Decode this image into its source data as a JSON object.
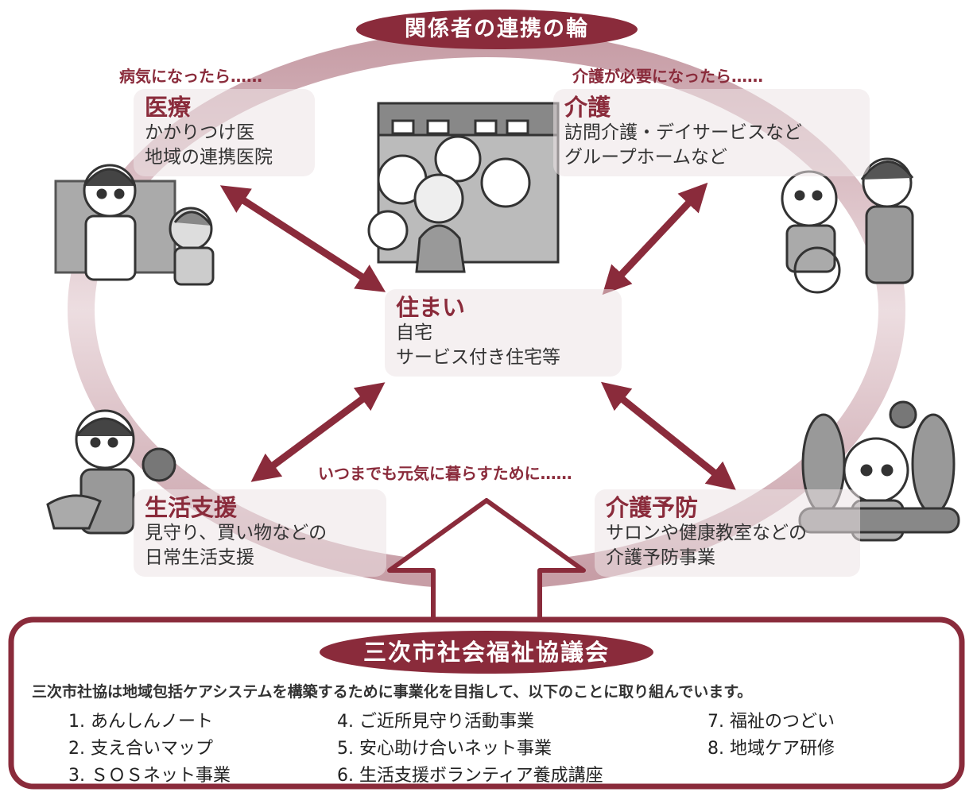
{
  "header": {
    "title": "関係者の連携の輪"
  },
  "captions": {
    "sick": "病気になったら……",
    "care_needed": "介護が必要になったら……",
    "healthy": "いつまでも元気に暮らすために……"
  },
  "nodes": {
    "medical": {
      "title": "医療",
      "lines": [
        "かかりつけ医",
        "地域の連携医院"
      ]
    },
    "care": {
      "title": "介護",
      "lines": [
        "訪問介護・デイサービスなど",
        "グループホームなど"
      ]
    },
    "housing": {
      "title": "住まい",
      "lines": [
        "自宅",
        "サービス付き住宅等"
      ]
    },
    "life_support": {
      "title": "生活支援",
      "lines": [
        "見守り、買い物などの",
        "日常生活支援"
      ]
    },
    "prevention": {
      "title": "介護予防",
      "lines": [
        "サロンや健康教室などの",
        "介護予防事業"
      ]
    }
  },
  "council": {
    "title": "三次市社会福祉協議会",
    "description": "三次市社協は地域包括ケアシステムを構築するために事業化を目指して、以下のことに取り組んでいます。",
    "items": [
      "1. あんしんノート",
      "2. 支え合いマップ",
      "3. ＳＯＳネット事業",
      "4. ご近所見守り活動事業",
      "5. 安心助け合いネット事業",
      "6. 生活支援ボランティア養成講座",
      "7. 福祉のつどい",
      "8. 地域ケア研修"
    ]
  },
  "colors": {
    "accent": "#8a2b3b",
    "ring": "#c9a4ab",
    "box": "#ece4e6"
  }
}
